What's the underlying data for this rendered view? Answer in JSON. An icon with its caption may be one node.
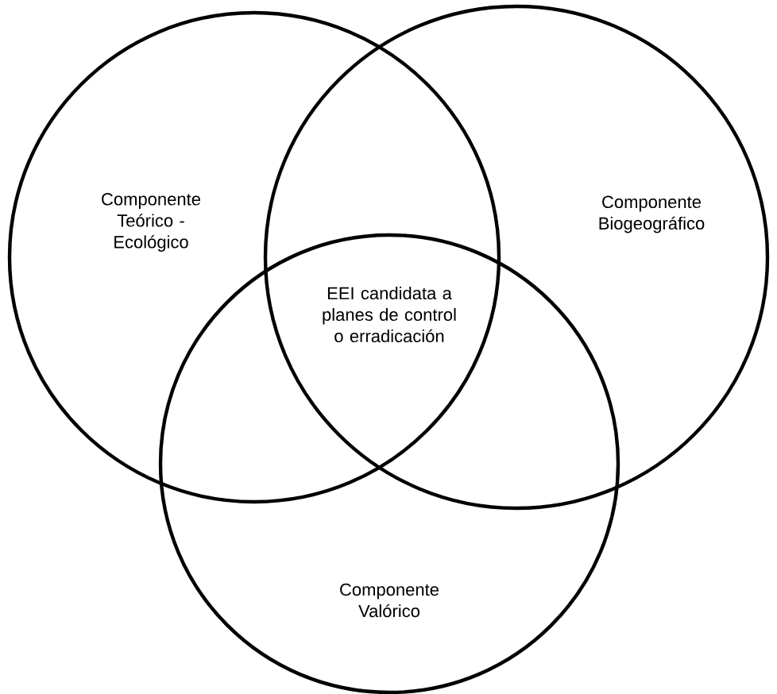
{
  "diagram": {
    "nodes": [
      {
        "text": [
          "Componente Teórico - Ecológico"
        ]
      },
      {
        "text": [
          "Componente Biogeográfico"
        ]
      },
      {
        "text": [
          "Componente Valórico"
        ]
      }
    ],
    "labels": [
      "EEI candidata a planes de control o erradicación"
    ]
  }
}
